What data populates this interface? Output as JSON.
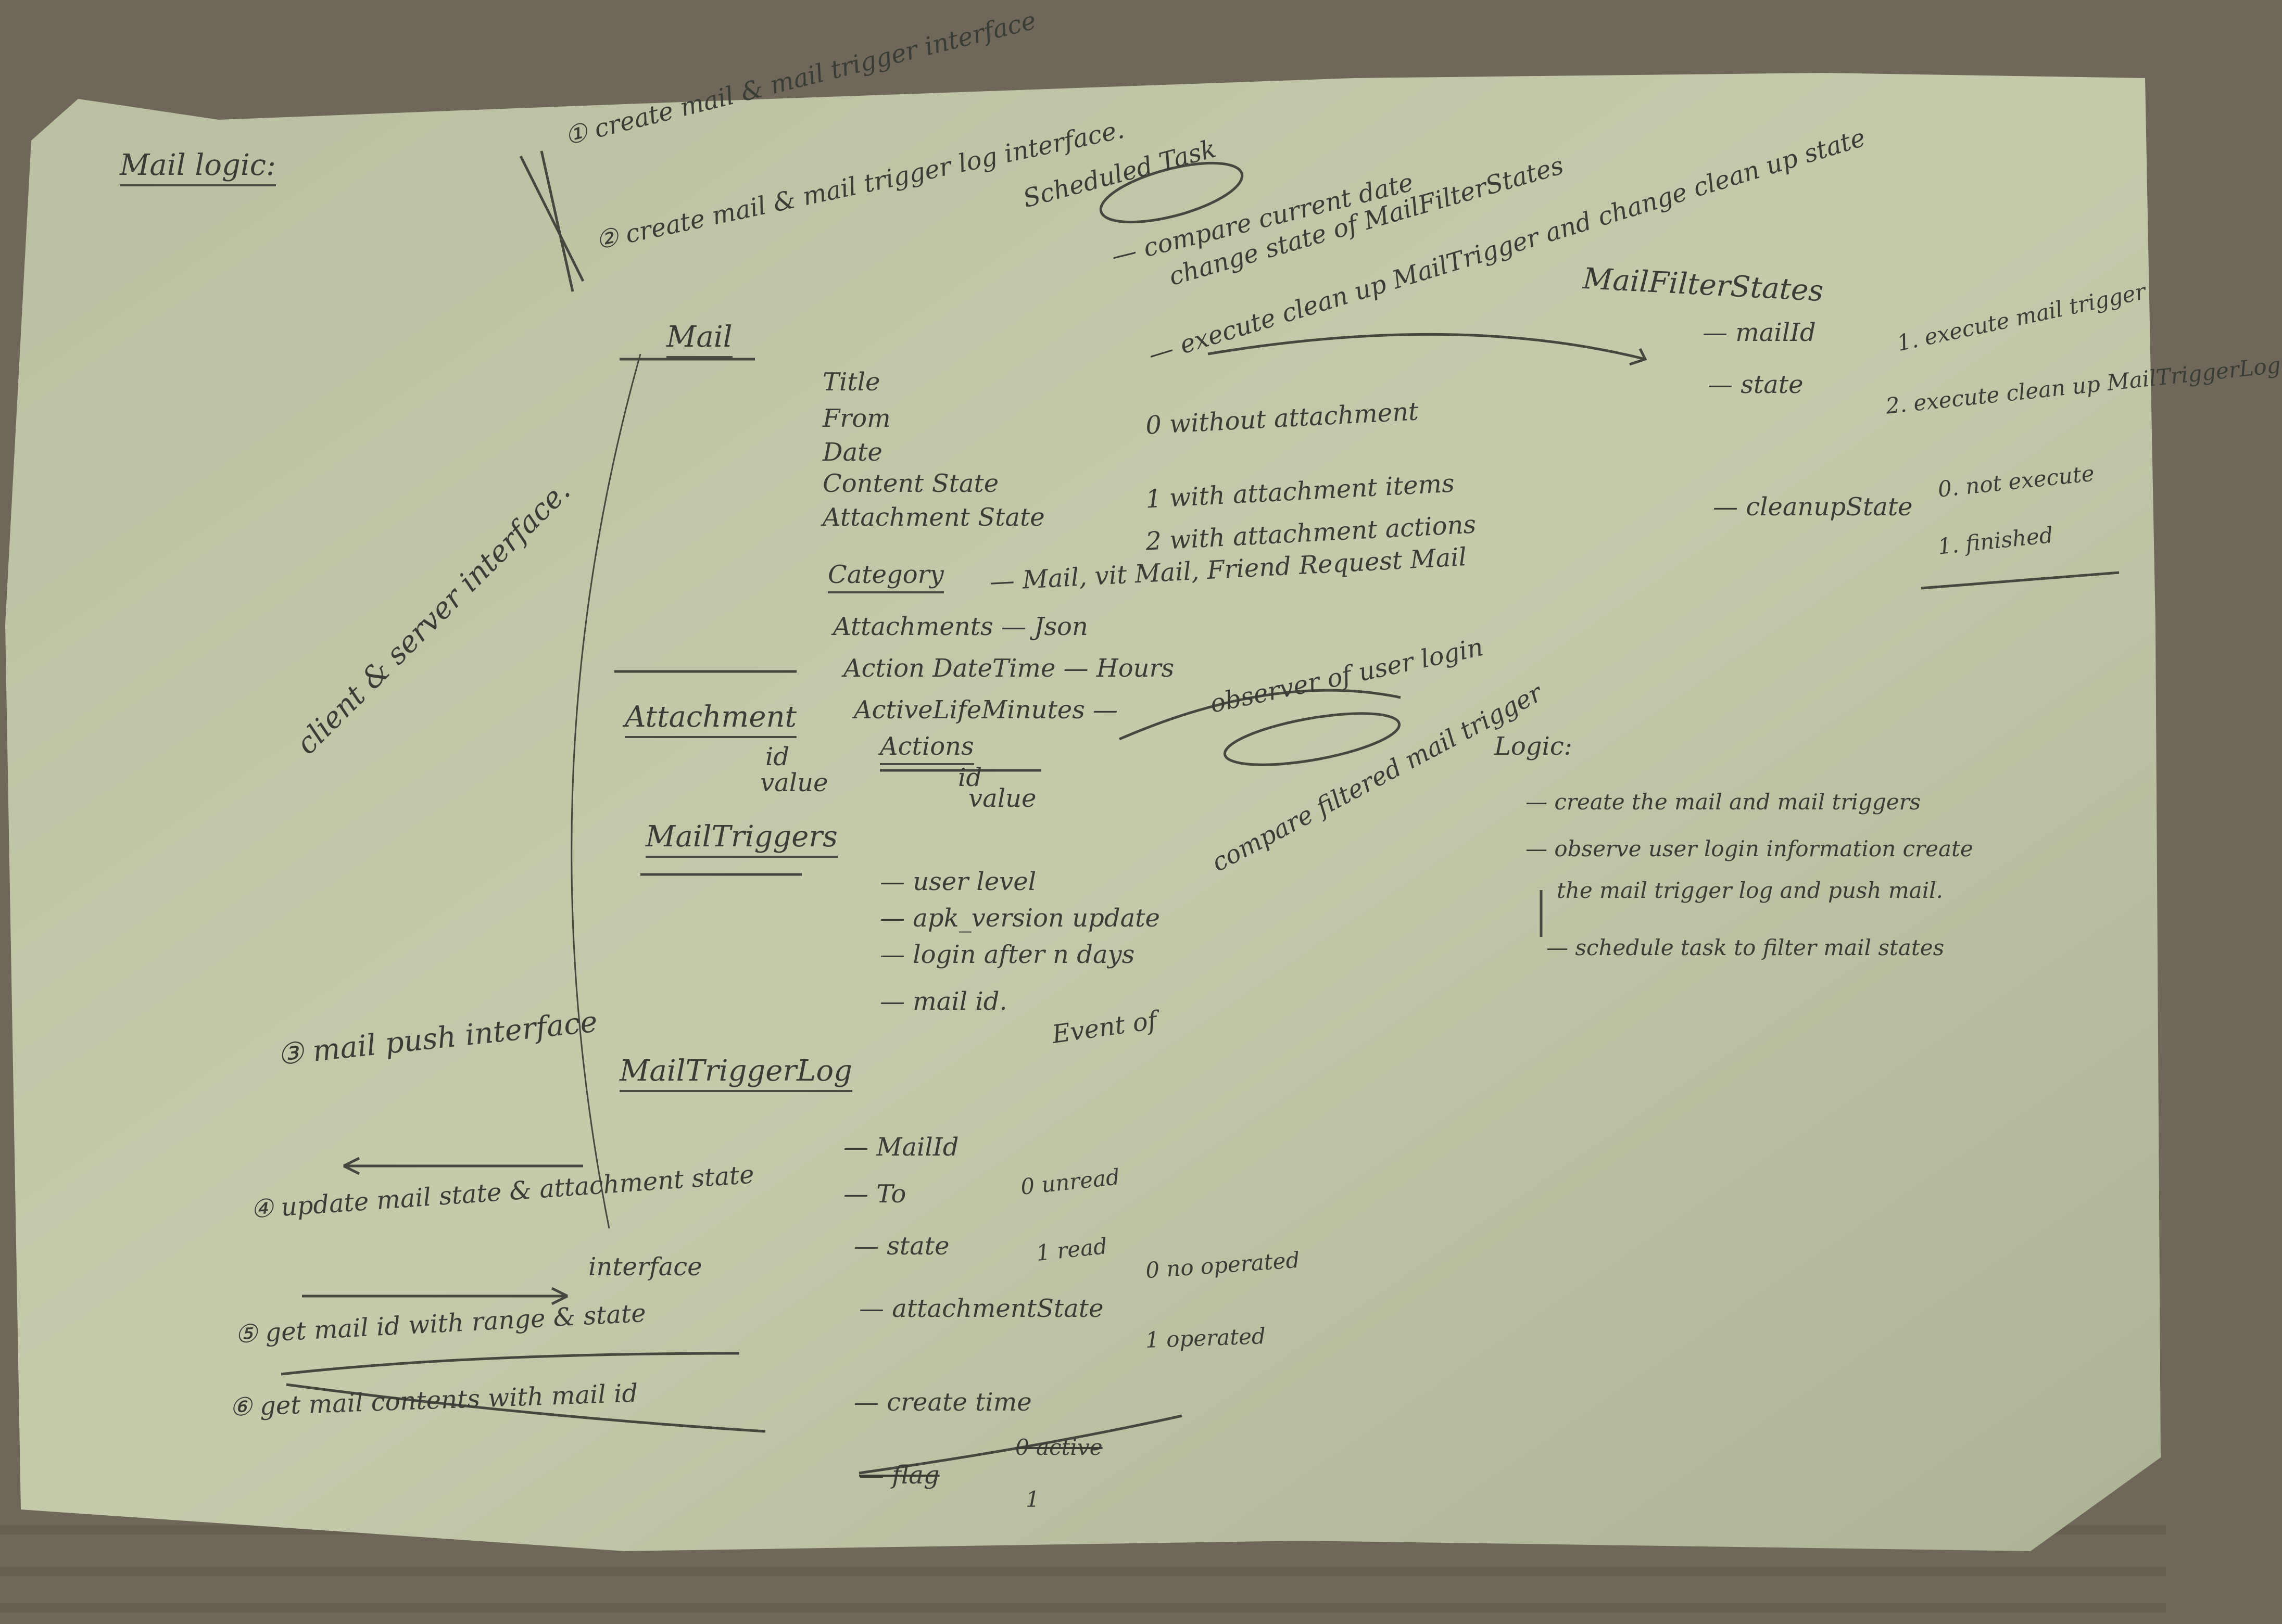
{
  "title": "Mail logic:",
  "steps": {
    "s1": "① create mail & mail trigger interface",
    "s2": "② create mail & mail trigger log interface.",
    "s3": "③ mail push interface",
    "s4": "④ update mail state & attachment state",
    "s4b": "interface",
    "s5": "⑤ get mail id with range & state",
    "s6": "⑥ get mail contents with mail id"
  },
  "side_note": "client & server interface.",
  "scheduled": {
    "label": "Scheduled Task",
    "l1": "— compare current date",
    "l2": "change state of MailFilterStates",
    "l3": "— execute clean up MailTrigger and change clean up state"
  },
  "mail": {
    "header": "Mail",
    "fields": [
      "Title",
      "From",
      "Date",
      "Content State",
      "Attachment State"
    ],
    "states": [
      "0  without attachment",
      "1  with attachment items",
      "2  with attachment actions"
    ],
    "category": "Category",
    "category_values": "— Mail, vit Mail, Friend Request Mail",
    "attachments": "Attachments — Json",
    "action_datetime": "Action DateTime — Hours",
    "active_life": "ActiveLifeMinutes —"
  },
  "attachment": {
    "header": "Attachment",
    "id": "id",
    "value": "value"
  },
  "actions": {
    "header": "Actions",
    "id": "id",
    "value": "value"
  },
  "triggers": {
    "header": "MailTriggers",
    "items": [
      "— user level",
      "— apk_version update",
      "— login after n days",
      "— mail id."
    ],
    "note": "Event of"
  },
  "observer": {
    "label": "observer of user login",
    "compare": "compare filtered mail trigger"
  },
  "filter": {
    "header": "MailFilterStates",
    "items": [
      "— mailId",
      "— state",
      "— cleanupState"
    ],
    "state_options": [
      "1. execute mail trigger",
      "2. execute clean up MailTriggerLog"
    ],
    "cleanup_options": [
      "0. not execute",
      "1. finished"
    ]
  },
  "logic": {
    "header": "Logic:",
    "items": [
      "— create the mail and mail triggers",
      "— observe user login information create",
      "the mail trigger log and push mail.",
      "— schedule task to filter mail states"
    ]
  },
  "triggerlog": {
    "header": "MailTriggerLog",
    "items": [
      "— MailId",
      "— To",
      "— state",
      "— attachmentState",
      "— create time",
      "— flag"
    ],
    "state_options": [
      "0 unread",
      "1 read"
    ],
    "attach_options": [
      "0 no operated",
      "1 operated"
    ],
    "flag_options": [
      "0 active",
      "1"
    ]
  }
}
